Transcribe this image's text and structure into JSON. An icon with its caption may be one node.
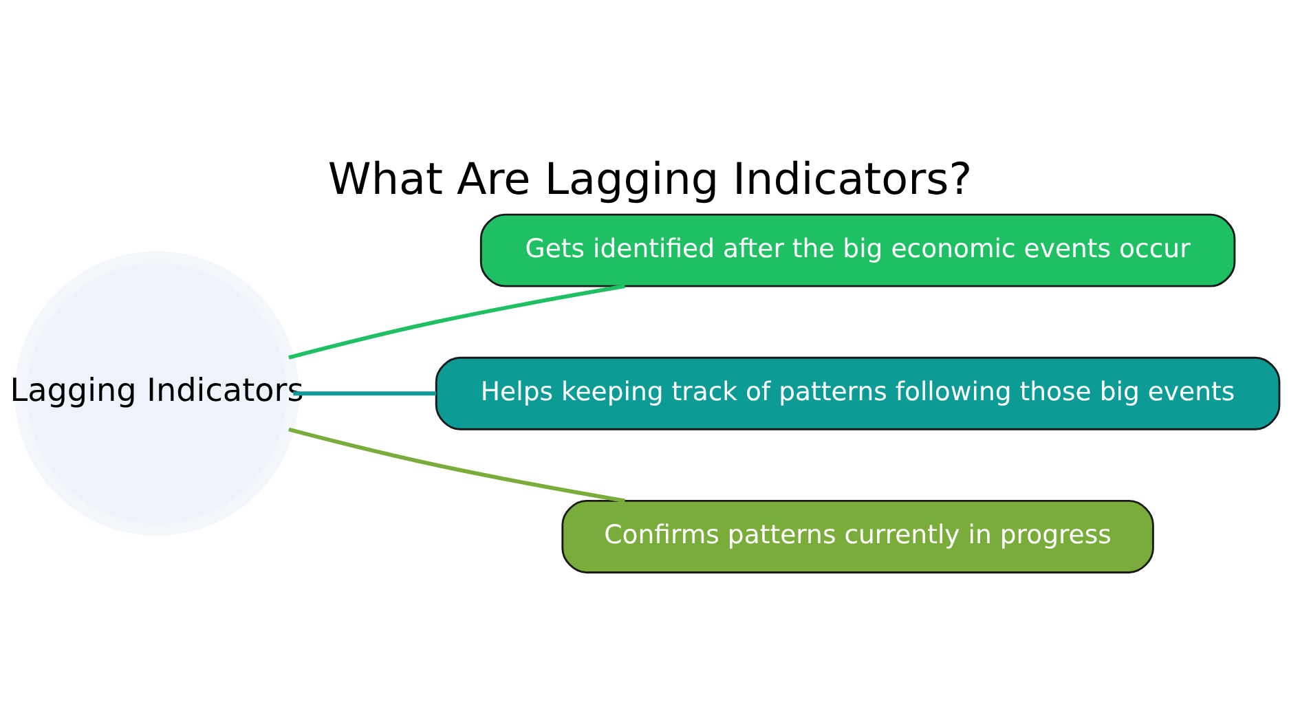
{
  "diagram": {
    "title": "What Are Lagging Indicators?",
    "nodes": [
      {
        "text": [
          "Lagging Indicators"
        ]
      },
      {
        "text": [
          "Gets identified after the big economic events occur"
        ]
      },
      {
        "text": [
          "Helps keeping track of patterns following those big events"
        ]
      },
      {
        "text": [
          "Confirms patterns currently in progress"
        ]
      }
    ],
    "edges": [
      {
        "from": 0,
        "to": 1,
        "arrow": "none",
        "color": "#1fbf63"
      },
      {
        "from": 0,
        "to": 2,
        "arrow": "none",
        "color": "#0d9b96"
      },
      {
        "from": 0,
        "to": 3,
        "arrow": "none",
        "color": "#7aac3b"
      }
    ]
  }
}
